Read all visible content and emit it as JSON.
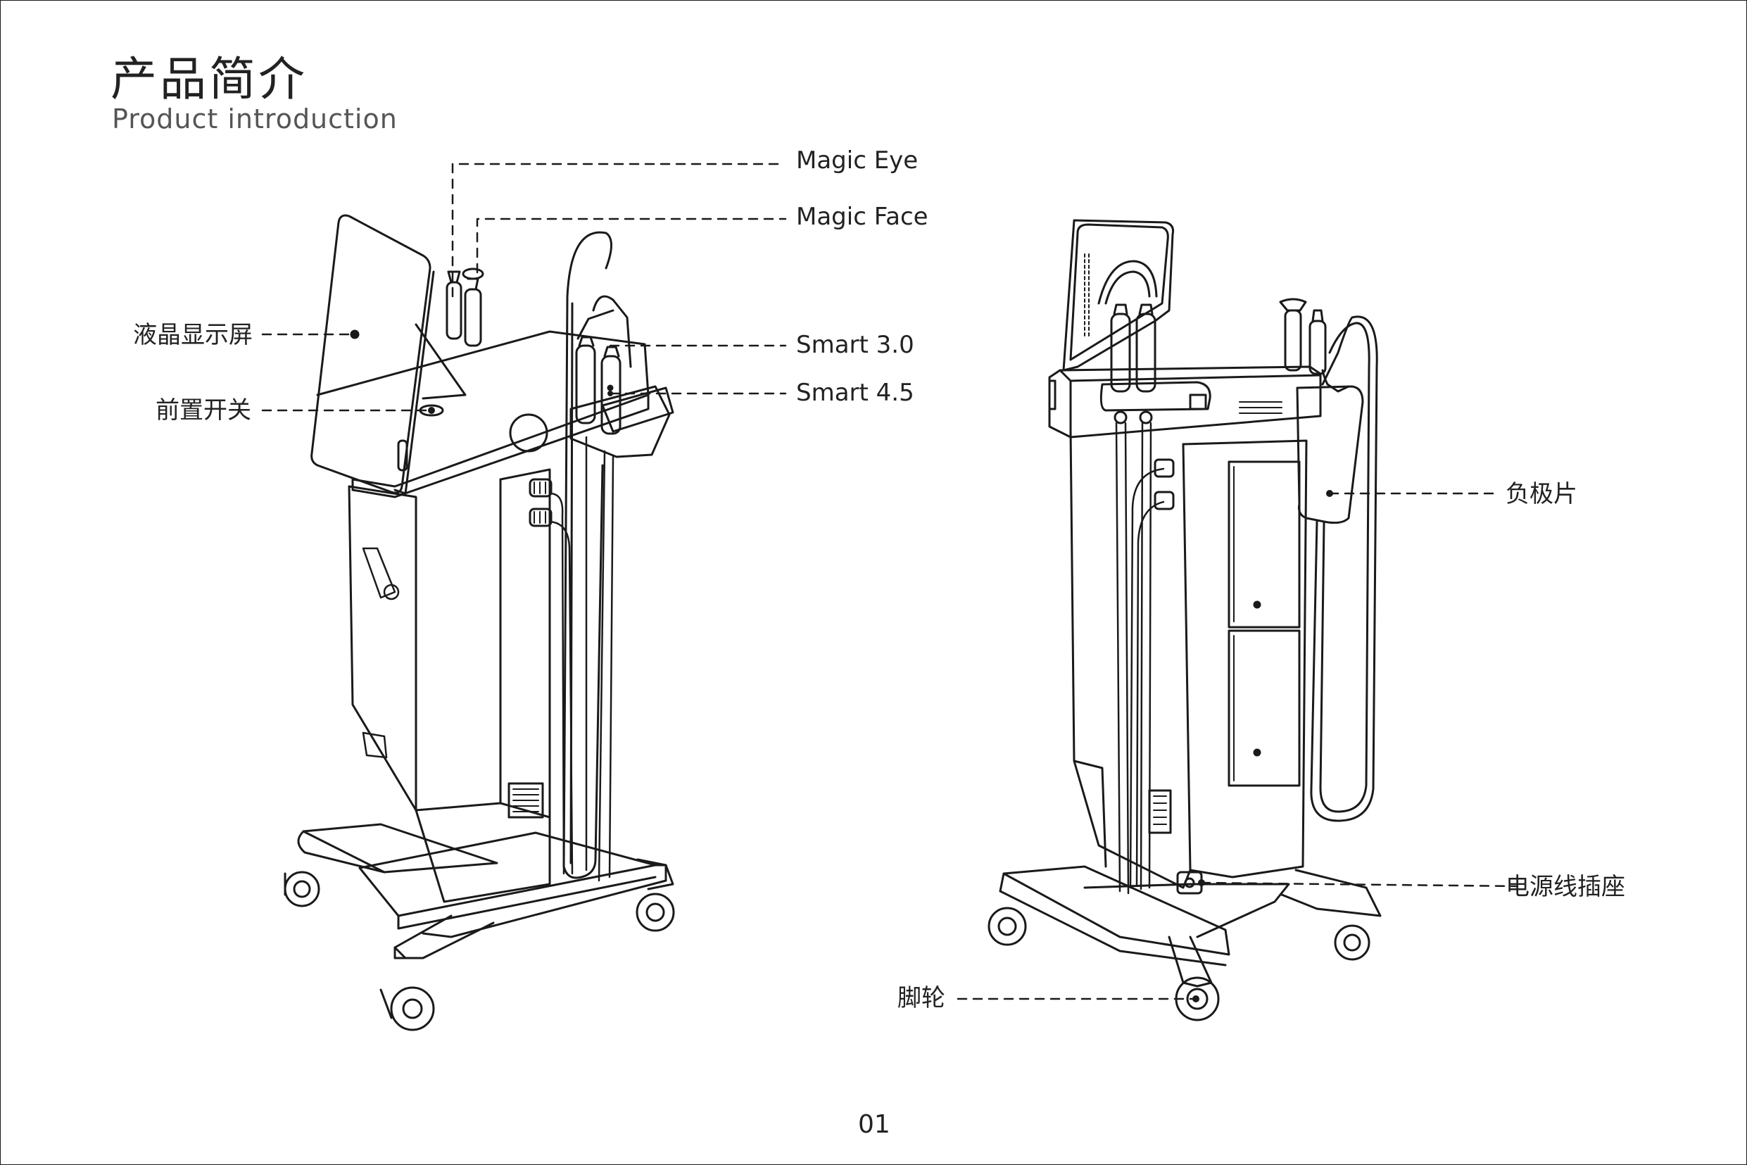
{
  "header": {
    "title_zh": "产品简介",
    "title_en": "Product introduction"
  },
  "callouts": {
    "magic_eye": "Magic Eye",
    "magic_face": "Magic Face",
    "lcd_screen": "液晶显示屏",
    "smart_30": "Smart  3.0",
    "front_switch": "前置开关",
    "smart_45": "Smart  4.5",
    "negative_plate": "负极片",
    "power_socket": "电源线插座",
    "casters": "脚轮"
  },
  "footer": {
    "page_number": "01"
  }
}
